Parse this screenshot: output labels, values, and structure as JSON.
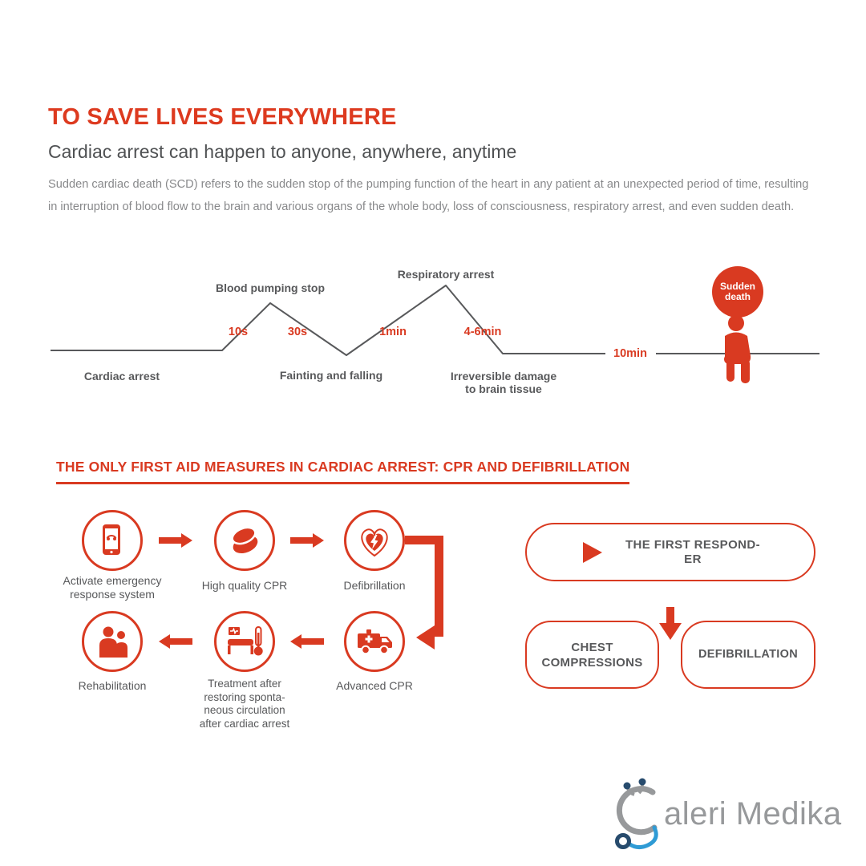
{
  "header": {
    "title": "TO SAVE LIVES EVERYWHERE",
    "subtitle": "Cardiac arrest can happen to anyone, anywhere, anytime",
    "body": "Sudden cardiac death (SCD) refers to the sudden stop of the pumping function of the heart in any patient at an unexpected period of time, resulting in interruption of blood flow to the brain and various organs of the whole body, loss of consciousness, respiratory arrest, and even sudden death."
  },
  "timeline": {
    "stage_cardiac_arrest": "Cardiac arrest",
    "stage_blood_pumping_stop": "Blood pumping stop",
    "stage_fainting": "Fainting and falling",
    "stage_respiratory_arrest": "Respiratory arrest",
    "stage_irreversible": "Irreversible damage\nto brain tissue",
    "badge_sudden_death": "Sudden\ndeath",
    "time_10s": "10s",
    "time_30s": "30s",
    "time_1min": "1min",
    "time_4_6min": "4-6min",
    "time_10min": "10min"
  },
  "first_aid": {
    "heading": "THE ONLY FIRST AID MEASURES IN CARDIAC ARREST: CPR AND DEFIBRILLATION",
    "step_activate": "Activate emergency\nresponse system",
    "step_high_quality_cpr": "High quality CPR",
    "step_defibrillation": "Defibrillation",
    "step_advanced_cpr": "Advanced CPR",
    "step_treatment": "Treatment after\nrestoring sponta-\nneous circulation\nafter cardiac arrest",
    "step_rehabilitation": "Rehabilitation"
  },
  "responder": {
    "first_responder": "THE FIRST RESPOND-\nER",
    "chest_compressions": "CHEST\nCOMPRESSIONS",
    "defibrillation": "DEFIBRILLATION"
  },
  "logo": {
    "text": "aleri Medika"
  },
  "colors": {
    "accent": "#d93a21",
    "text_dark": "#58595b",
    "text_body": "#88898b",
    "logo_gray": "#97999b",
    "logo_blue": "#2f9bd5",
    "logo_dark": "#274b6d"
  }
}
